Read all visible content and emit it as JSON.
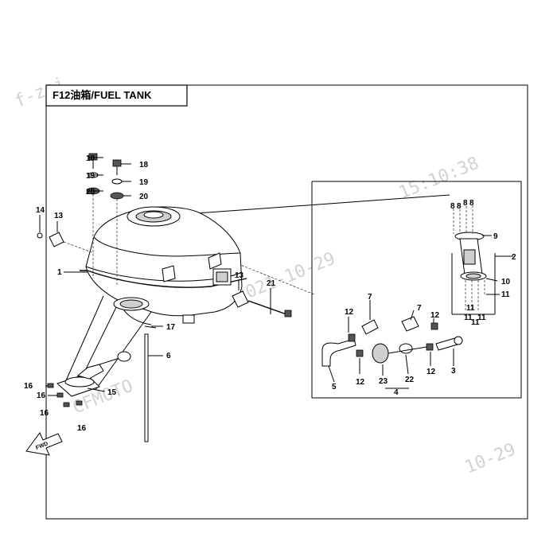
{
  "title": "F12油箱/FUEL TANK",
  "watermarks": [
    "f-zoi",
    "15:10:38",
    "2021-10-29",
    "10-29",
    "CFMOTO"
  ],
  "fwd_label": "FWD",
  "callouts": {
    "c1": "1",
    "c2": "2",
    "c3": "3",
    "c4": "4",
    "c5": "5",
    "c6": "6",
    "c7a": "7",
    "c7b": "7",
    "c9": "9",
    "c10": "10",
    "c11a": "11",
    "c11b": "11",
    "c11c": "11",
    "c11d": "11",
    "c11e": "11",
    "c8a": "8",
    "c8b": "8",
    "c8c": "8",
    "c8d": "8",
    "c12a": "12",
    "c12b": "12",
    "c12c": "12",
    "c12d": "12",
    "c13a": "13",
    "c13b": "13",
    "c14": "14",
    "c15": "15",
    "c16a": "16",
    "c16b": "16",
    "c16c": "16",
    "c16d": "16",
    "c17": "17",
    "c18a": "18",
    "c18b": "18",
    "c19a": "19",
    "c19b": "19",
    "c20a": "20",
    "c20b": "20",
    "c21": "21",
    "c22": "22",
    "c23": "23"
  }
}
